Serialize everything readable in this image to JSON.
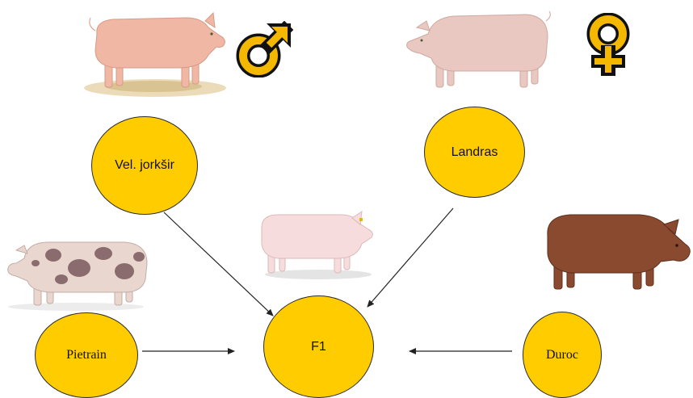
{
  "diagram": {
    "nodes": {
      "yorkshire": "Vel. jorkšir",
      "landrace": "Landras",
      "pietrain": "Pietrain",
      "f1": "F1",
      "duroc": "Duroc"
    },
    "edges": [
      {
        "from": "Vel. jorkšir",
        "to": "F1"
      },
      {
        "from": "Landras",
        "to": "F1"
      },
      {
        "from": "Pietrain",
        "to": "F1"
      },
      {
        "from": "Duroc",
        "to": "F1"
      }
    ],
    "colors": {
      "node_fill": "#FFCC00",
      "node_border": "#2B2B2B",
      "arrow": "#222222",
      "sex_symbol_fill": "#F5B800"
    },
    "images": {
      "yorkshire_pig": "pig-yorkshire-image",
      "landrace_pig": "pig-landrace-image",
      "f1_pig": "pig-f1-image",
      "pietrain_pig": "pig-pietrain-image",
      "duroc_pig": "pig-duroc-image",
      "male_symbol": "male-symbol-icon",
      "female_symbol": "female-symbol-icon"
    }
  }
}
